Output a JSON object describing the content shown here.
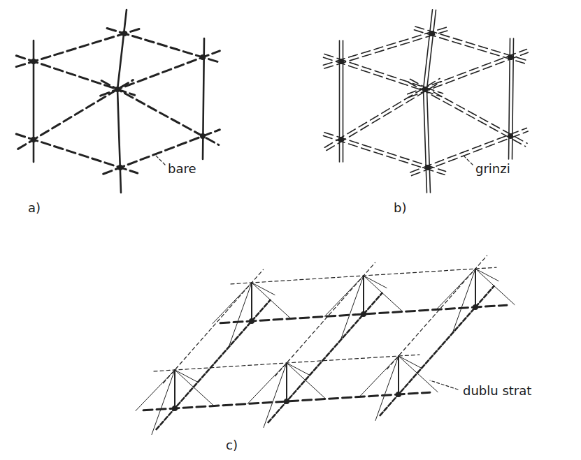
{
  "diagram": {
    "labels": [
      "bare",
      "a)",
      "grinzi",
      "b)",
      "dublu strat",
      "c)"
    ]
  }
}
